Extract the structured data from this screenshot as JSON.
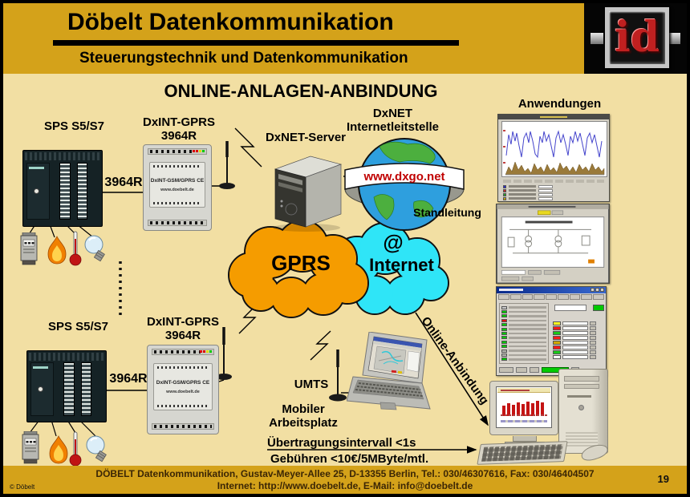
{
  "colors": {
    "header_gold": "#D4A21A",
    "content_tan": "#F2DFA3",
    "cloud_orange": "#F59C00",
    "cloud_cyan": "#2FE5F7",
    "banner_red": "#C00000",
    "logo_red": "#C02020",
    "footer_text": "#3B2605"
  },
  "header": {
    "title": "Döbelt Datenkommunikation",
    "subtitle": "Steuerungstechnik und Datenkommunikation",
    "logo_text": "id"
  },
  "main_title": "ONLINE-ANLAGEN-ANBINDUNG",
  "stations": {
    "top": {
      "sps_label": "SPS S5/S7",
      "link_label": "3964R",
      "modem_line1": "DxINT-GPRS",
      "modem_line2": "3964R"
    },
    "bottom": {
      "sps_label": "SPS S5/S7",
      "link_label": "3964R",
      "modem_line1": "DxINT-GPRS",
      "modem_line2": "3964R"
    }
  },
  "modem_device": {
    "name": "DxINT-GSM/GPRS",
    "ce": "CE",
    "url": "www.doebelt.de"
  },
  "server_label": "DxNET-Server",
  "leitstelle": {
    "line1": "DxNET",
    "line2": "Internetleitstelle",
    "banner": "www.dxgo.net"
  },
  "standleitung_label": "Standleitung",
  "clouds": {
    "gprs": "GPRS",
    "at_sign": "@",
    "internet": "Internet"
  },
  "online_link_label": "Online-Anbindung",
  "mobile": {
    "umts": "UMTS",
    "workplace_line1": "Mobiler",
    "workplace_line2": "Arbeitsplatz"
  },
  "stats": {
    "interval": "Übertragungsintervall <1s",
    "fees": "Gebühren <10€/5MByte/mtl."
  },
  "anwendungen": {
    "title": "Anwendungen",
    "chart_legend_colors": [
      "#2828c8",
      "#c82828",
      "#28a028",
      "#c8a800"
    ],
    "status_leds": [
      "#c8c8c8",
      "#00c800",
      "#00c800",
      "#e01010",
      "#00c800",
      "#00c800",
      "#00c800",
      "#00c800",
      "#00c800",
      "#00c800",
      "#b4b4ac",
      "#b4b4ac",
      "#00c800"
    ],
    "value_cells": [
      "#ffff20",
      "#ff1818",
      "#18c818",
      "#ff1818",
      "#d0a800",
      "#ff1818",
      "#18c818",
      "#ffffff"
    ],
    "monitor_bars": [
      13,
      16,
      14,
      17,
      15,
      18,
      16,
      19,
      17
    ]
  },
  "footer": {
    "line1": "DÖBELT Datenkommunikation, Gustav-Meyer-Allee 25, D-13355 Berlin, Tel.: 030/46307616, Fax: 030/46404507",
    "line2": "Internet: http://www.doebelt.de, E-Mail: info@doebelt.de",
    "copyright": "© Döbelt",
    "page_number": "19"
  }
}
